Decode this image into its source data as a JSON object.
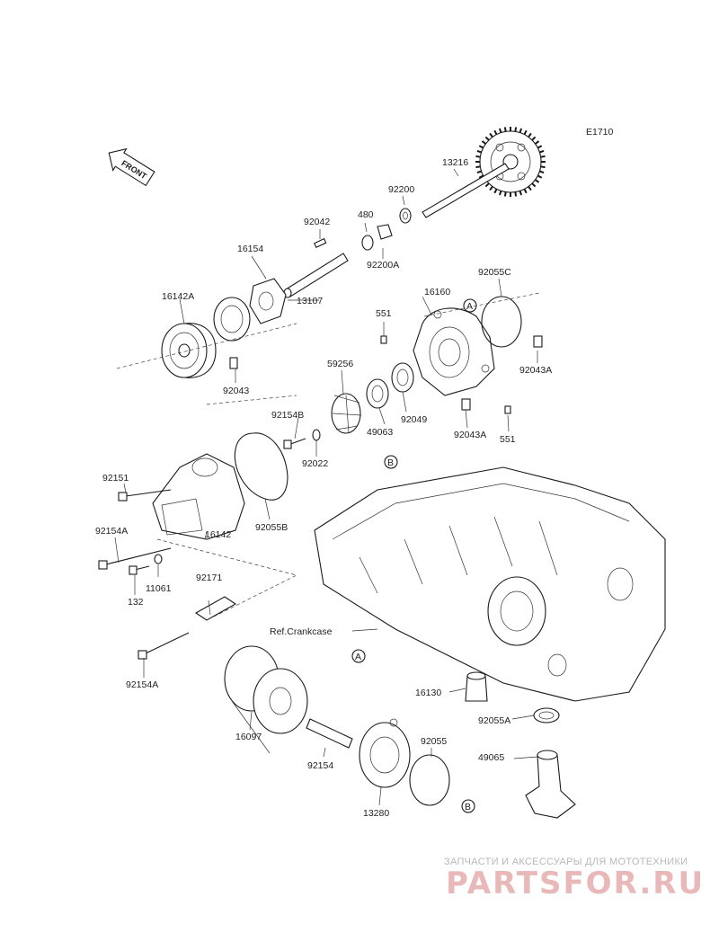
{
  "diagram": {
    "code": "E1710",
    "front_marker": "FRONT",
    "ref_label": "Ref.Crankcase",
    "callouts": {
      "a": "A",
      "b": "B"
    },
    "parts": {
      "p13216": "13216",
      "p92200": "92200",
      "p480": "480",
      "p92042": "92042",
      "p92200A": "92200A",
      "p16154": "16154",
      "p13107": "13107",
      "p92055C": "92055C",
      "p16160": "16160",
      "p16142A": "16142A",
      "p551a": "551",
      "p92043A_a": "92043A",
      "p92043": "92043",
      "p59256": "59256",
      "p92049": "92049",
      "p92154B": "92154B",
      "p49063": "49063",
      "p92043A_b": "92043A",
      "p551b": "551",
      "p92022": "92022",
      "p92151": "92151",
      "p92055B": "92055B",
      "p92154A_a": "92154A",
      "p16142": "16142",
      "p132": "132",
      "p11061": "11061",
      "p92171": "92171",
      "p92154A_b": "92154A",
      "p16130": "16130",
      "p92055A": "92055A",
      "p92055": "92055",
      "p49065": "49065",
      "p16097": "16097",
      "p92154": "92154",
      "p13280": "13280"
    }
  },
  "watermark": {
    "tagline": "ЗАПЧАСТИ И АКСЕССУАРЫ ДЛЯ МОТОТЕХНИКИ",
    "brand": "PARTSFOR.RU"
  }
}
